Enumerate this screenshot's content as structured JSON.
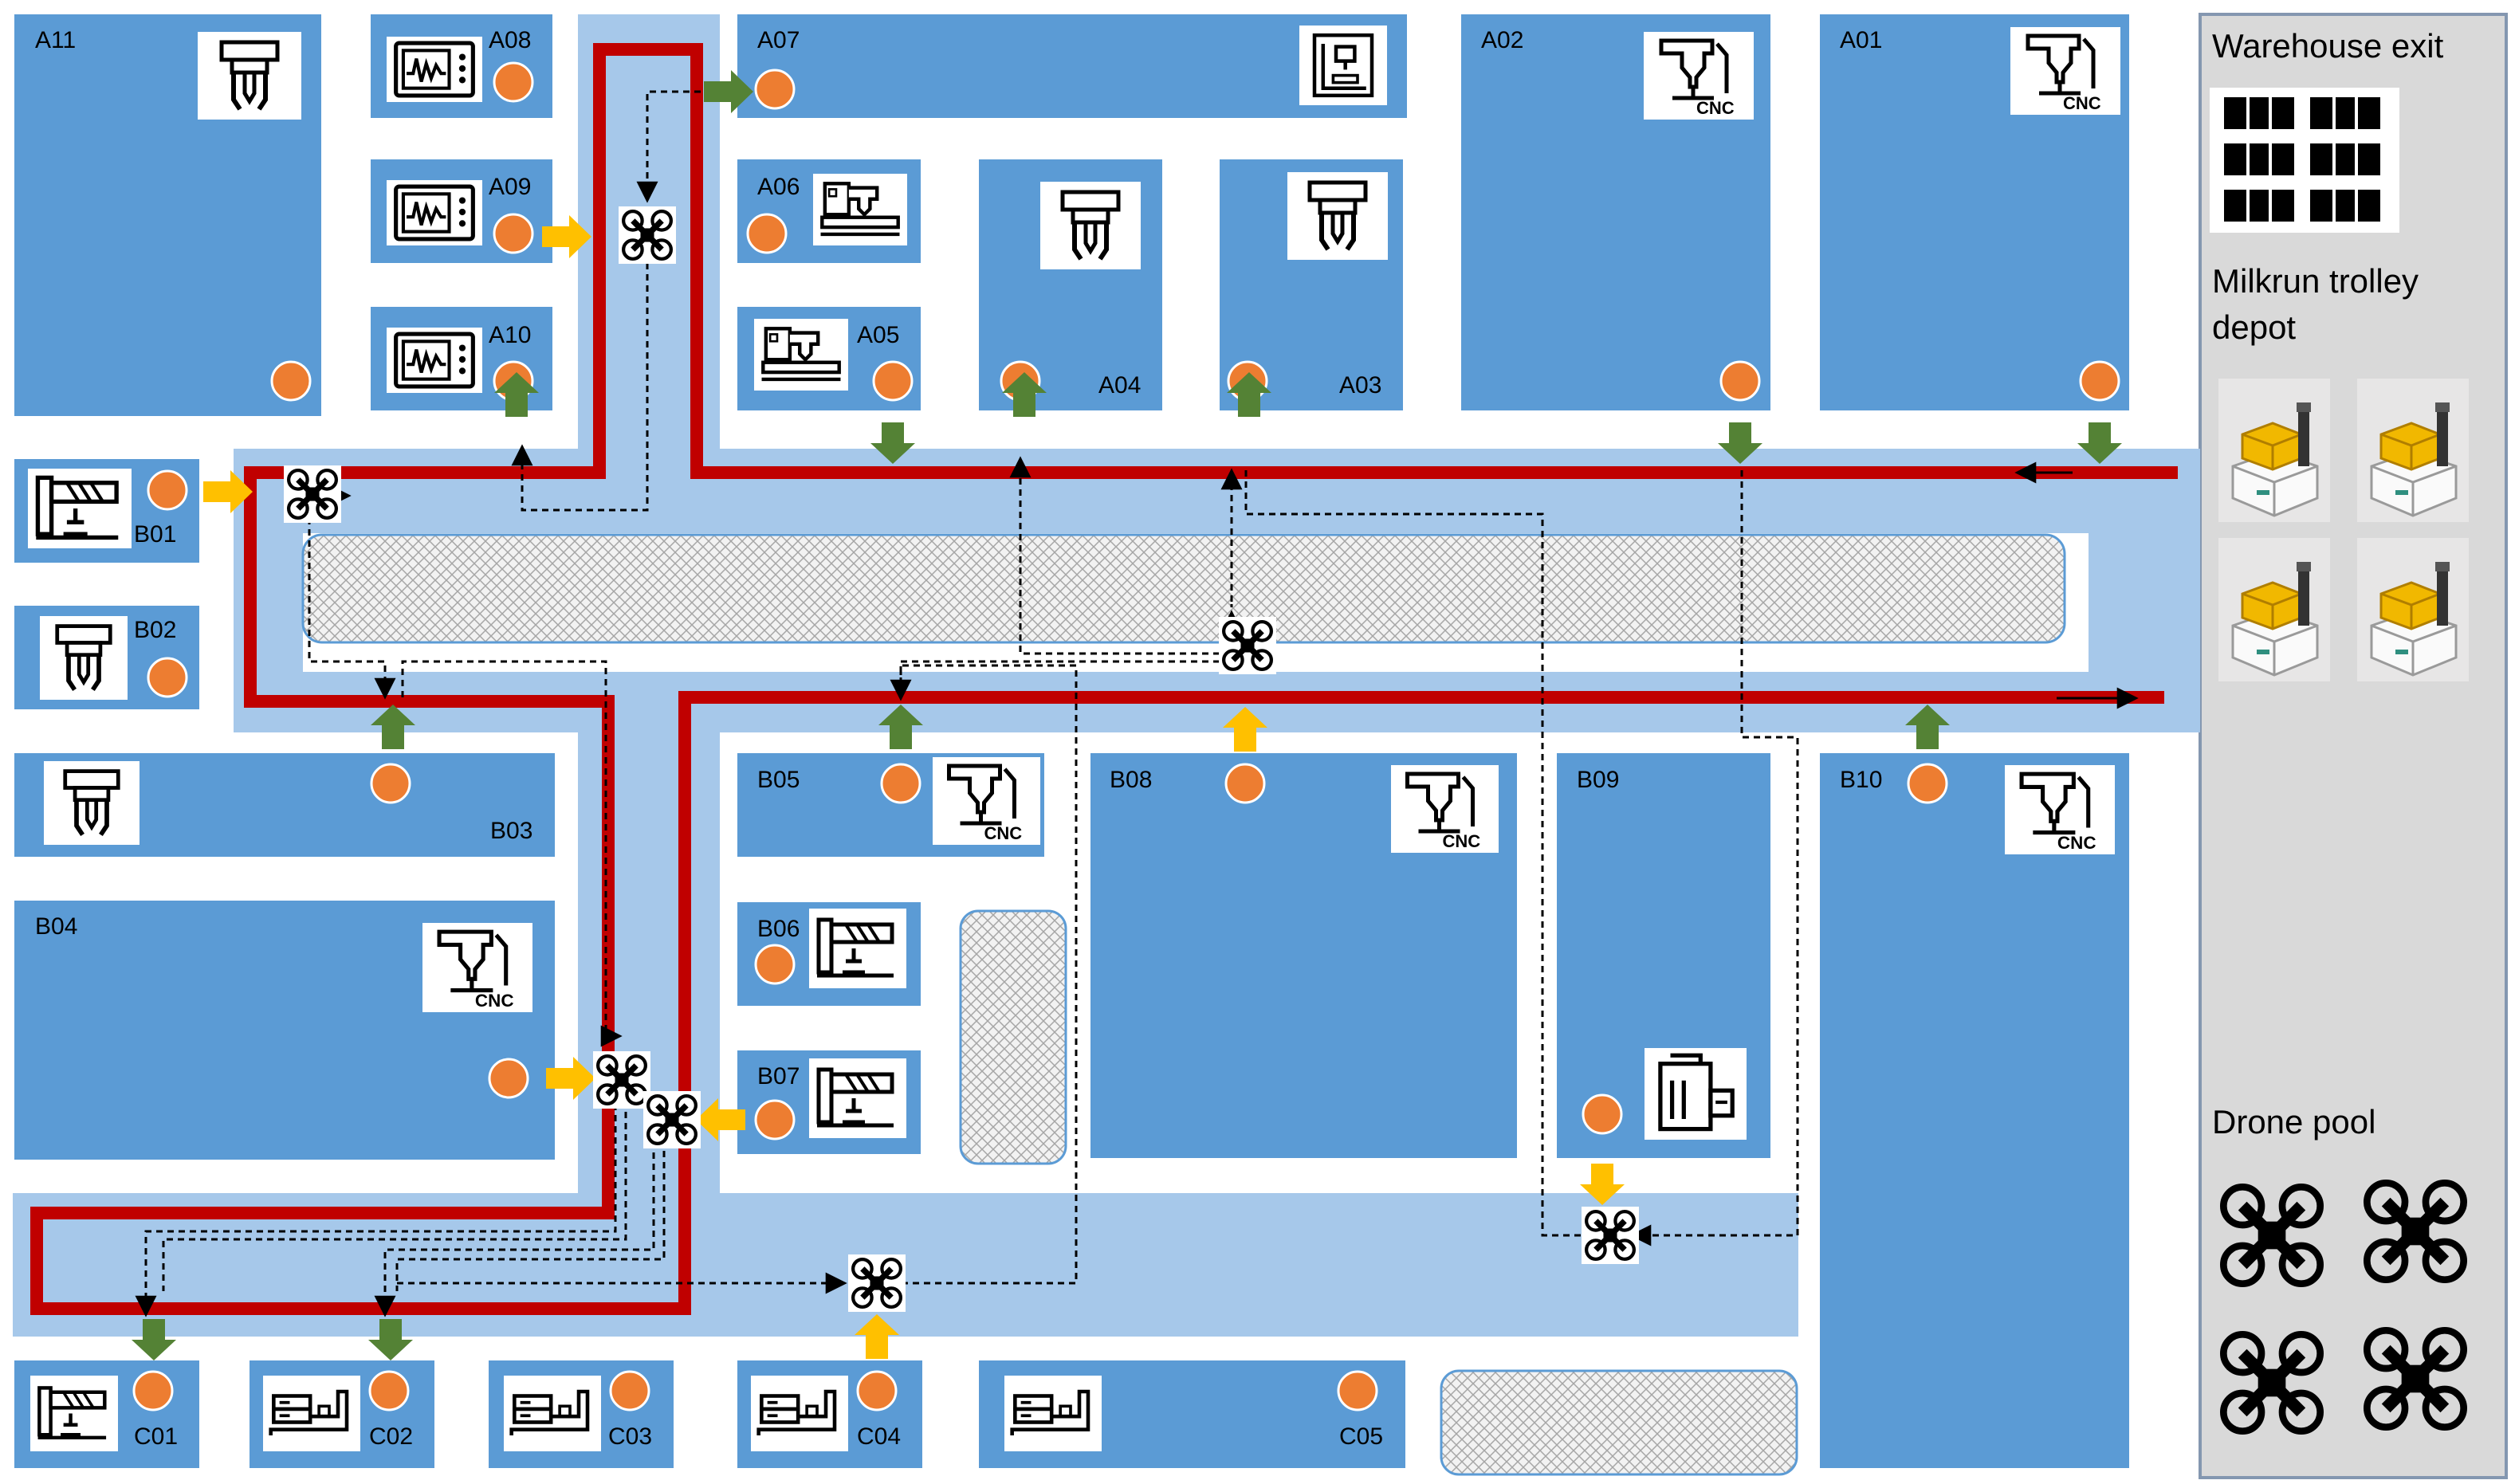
{
  "colors": {
    "station": "#5b9bd5",
    "aisle": "#a6c8ea",
    "route": "#c00000",
    "inbound_arrow": "#548235",
    "outbound_arrow": "#ffc000",
    "marker": "#ed7d31",
    "side_panel": "#d9d9d9",
    "side_border": "#8497b0"
  },
  "stations": [
    {
      "id": "A11",
      "label": "A11",
      "icon": "robot-gripper-icon"
    },
    {
      "id": "A08",
      "label": "A08",
      "icon": "monitor-icon"
    },
    {
      "id": "A09",
      "label": "A09",
      "icon": "monitor-icon"
    },
    {
      "id": "A10",
      "label": "A10",
      "icon": "monitor-icon"
    },
    {
      "id": "A07",
      "label": "A07",
      "icon": "3d-printer-icon"
    },
    {
      "id": "A06",
      "label": "A06",
      "icon": "cnc-lathe-icon"
    },
    {
      "id": "A05",
      "label": "A05",
      "icon": "cnc-lathe-icon"
    },
    {
      "id": "A04",
      "label": "A04",
      "icon": "robot-gripper-icon"
    },
    {
      "id": "A03",
      "label": "A03",
      "icon": "robot-gripper-icon"
    },
    {
      "id": "A02",
      "label": "A02",
      "icon": "cnc-mill-icon"
    },
    {
      "id": "A01",
      "label": "A01",
      "icon": "cnc-mill-icon"
    },
    {
      "id": "B01",
      "label": "B01",
      "icon": "drill-press-icon"
    },
    {
      "id": "B02",
      "label": "B02",
      "icon": "robot-gripper-icon"
    },
    {
      "id": "B03",
      "label": "B03",
      "icon": "robot-gripper-icon"
    },
    {
      "id": "B04",
      "label": "B04",
      "icon": "cnc-mill-icon"
    },
    {
      "id": "B05",
      "label": "B05",
      "icon": "cnc-mill-icon"
    },
    {
      "id": "B06",
      "label": "B06",
      "icon": "drill-press-icon"
    },
    {
      "id": "B07",
      "label": "B07",
      "icon": "drill-press-icon"
    },
    {
      "id": "B08",
      "label": "B08",
      "icon": "cnc-mill-icon"
    },
    {
      "id": "B09",
      "label": "B09",
      "icon": "control-cabinet-icon"
    },
    {
      "id": "B10",
      "label": "B10",
      "icon": "cnc-mill-icon"
    },
    {
      "id": "C01",
      "label": "C01",
      "icon": "drill-press-icon"
    },
    {
      "id": "C02",
      "label": "C02",
      "icon": "conveyor-icon"
    },
    {
      "id": "C03",
      "label": "C03",
      "icon": "conveyor-icon"
    },
    {
      "id": "C04",
      "label": "C04",
      "icon": "conveyor-icon"
    },
    {
      "id": "C05",
      "label": "C05",
      "icon": "conveyor-icon"
    }
  ],
  "side_panel": {
    "warehouse_exit": "Warehouse exit",
    "trolley_depot_line1": "Milkrun trolley",
    "trolley_depot_line2": "depot",
    "drone_pool": "Drone  pool"
  },
  "icon_text": {
    "cnc": "CNC"
  }
}
